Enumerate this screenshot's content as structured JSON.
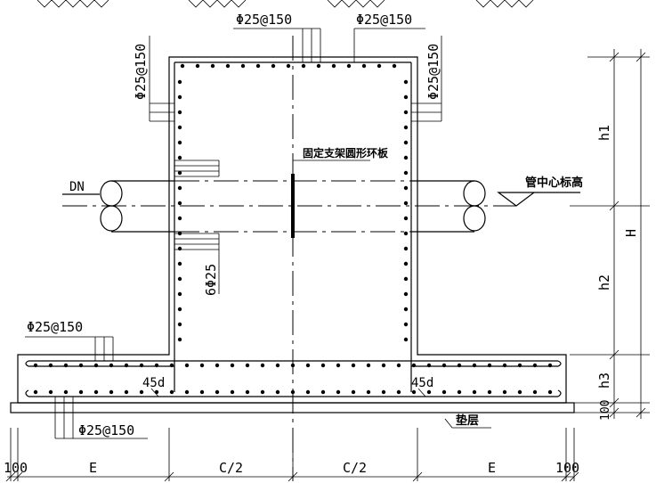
{
  "labels": {
    "rebar_top_left": "Φ25@150",
    "rebar_top_right": "Φ25@150",
    "rebar_left_wall": "Φ25@150",
    "rebar_right_wall": "Φ25@150",
    "rebar_pipe": "6Φ25",
    "rebar_base_upper": "Φ25@150",
    "rebar_base_lower": "Φ25@150",
    "plate_label": "固定支架圆形环板",
    "pipe_dn": "DN",
    "pipe_center_elev": "管中心标高",
    "anchor_left": "45d",
    "anchor_right": "45d",
    "cushion": "垫层"
  },
  "dims": {
    "h1": "h1",
    "h2": "h2",
    "h3": "h3",
    "h100": "100",
    "H": "H",
    "b100_left": "100",
    "E_left": "E",
    "C2_left": "C/2",
    "C2_right": "C/2",
    "E_right": "E",
    "b100_right": "100"
  }
}
